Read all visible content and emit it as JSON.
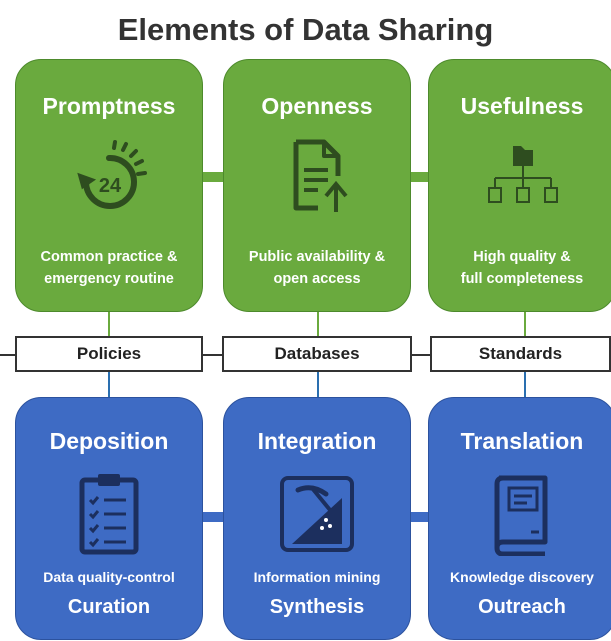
{
  "title": "Elements of Data Sharing",
  "top_cards": [
    {
      "title": "Promptness",
      "icon": "24-hour-clock-icon",
      "desc_line1": "Common practice &",
      "desc_line2": "emergency routine"
    },
    {
      "title": "Openness",
      "icon": "document-upload-icon",
      "desc_line1": "Public availability &",
      "desc_line2": "open access"
    },
    {
      "title": "Usefulness",
      "icon": "folder-hierarchy-icon",
      "desc_line1": "High quality &",
      "desc_line2": "full completeness"
    }
  ],
  "labels": [
    "Policies",
    "Databases",
    "Standards"
  ],
  "bottom_cards": [
    {
      "title": "Deposition",
      "icon": "clipboard-checklist-icon",
      "desc": "Data quality-control",
      "sub": "Curation"
    },
    {
      "title": "Integration",
      "icon": "pickaxe-mining-icon",
      "desc": "Information mining",
      "sub": "Synthesis"
    },
    {
      "title": "Translation",
      "icon": "book-icon",
      "desc": "Knowledge discovery",
      "sub": "Outreach"
    }
  ],
  "colors": {
    "green": "#6aaa3e",
    "blue": "#3e6bc4",
    "icon_dark": "#2e4d1f",
    "icon_navy": "#1c2f5e"
  }
}
